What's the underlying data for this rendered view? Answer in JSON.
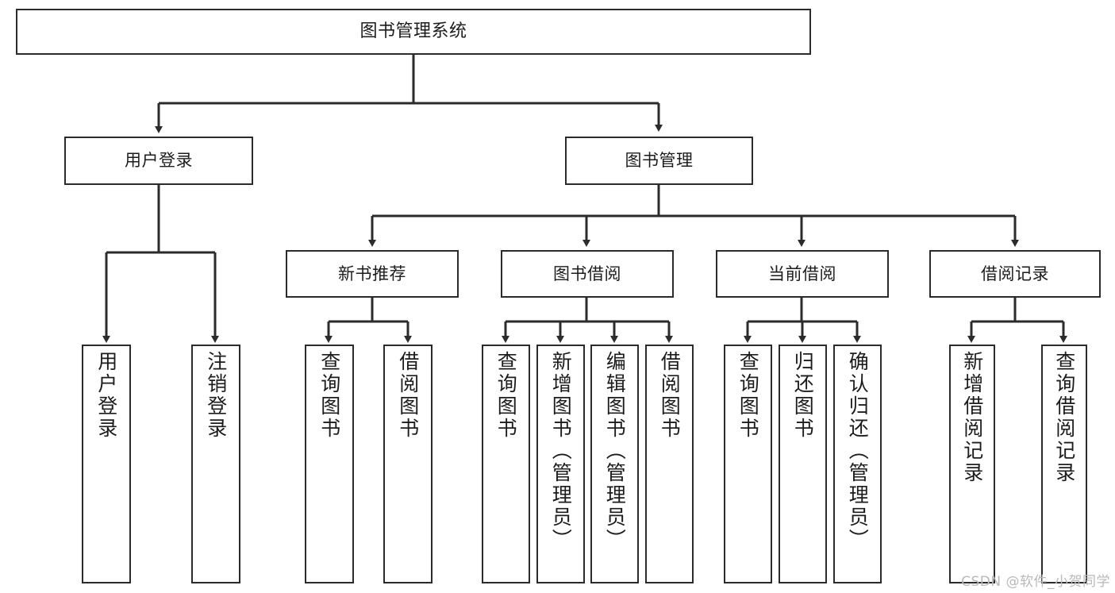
{
  "diagram": {
    "title": "图书管理系统",
    "watermark": "CSDN @软件_小贺同学",
    "colors": {
      "stroke": "#2b2b2b",
      "fill": "#ffffff",
      "text": "#1c1c1c",
      "watermark": "#b9b9b9"
    },
    "root": {
      "label": "图书管理系统"
    },
    "level2": [
      {
        "label": "用户登录"
      },
      {
        "label": "图书管理"
      }
    ],
    "level3": [
      {
        "label": "新书推荐"
      },
      {
        "label": "图书借阅"
      },
      {
        "label": "当前借阅"
      },
      {
        "label": "借阅记录"
      }
    ],
    "leaves": {
      "user_login": [
        {
          "label": "用户登录"
        },
        {
          "label": "注销登录"
        }
      ],
      "new_book": [
        {
          "label": "查询图书"
        },
        {
          "label": "借阅图书"
        }
      ],
      "book_borrow": [
        {
          "label": "查询图书"
        },
        {
          "label": "新增图书（管理员）"
        },
        {
          "label": "编辑图书（管理员）"
        },
        {
          "label": "借阅图书"
        }
      ],
      "current_borrow": [
        {
          "label": "查询图书"
        },
        {
          "label": "归还图书"
        },
        {
          "label": "确认归还（管理员）"
        }
      ],
      "borrow_record": [
        {
          "label": "新增借阅记录"
        },
        {
          "label": "查询借阅记录"
        }
      ]
    }
  }
}
